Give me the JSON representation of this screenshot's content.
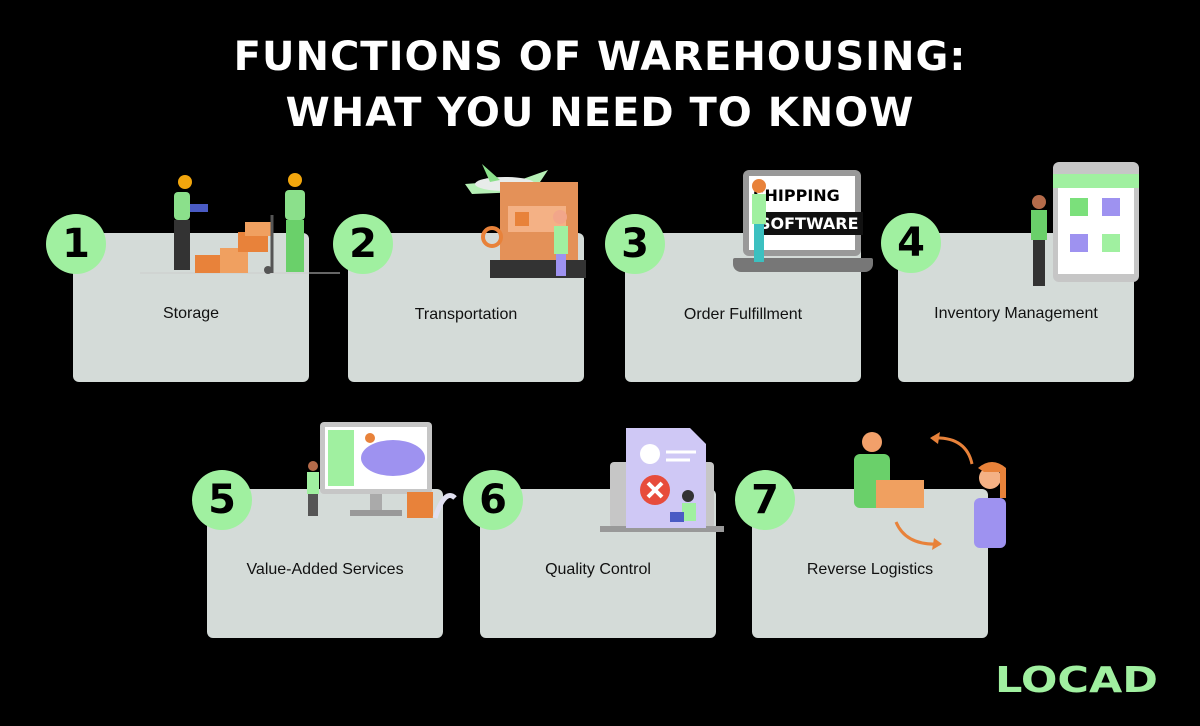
{
  "title": {
    "line1": "FUNCTIONS OF WAREHOUSING:",
    "line2": "WHAT YOU NEED TO KNOW"
  },
  "cards": [
    {
      "number": "1",
      "label": "Storage"
    },
    {
      "number": "2",
      "label": "Transportation"
    },
    {
      "number": "3",
      "label": "Order Fulfillment"
    },
    {
      "number": "4",
      "label": "Inventory Management"
    },
    {
      "number": "5",
      "label": "Value-Added Services"
    },
    {
      "number": "6",
      "label": "Quality Control"
    },
    {
      "number": "7",
      "label": "Reverse Logistics"
    }
  ],
  "laptop_screen": {
    "line1": "SHIPPING",
    "line2": "SOFTWARE"
  },
  "logo": "LOCAD",
  "colors": {
    "background": "#000000",
    "accent": "#a0f0a0",
    "card": "#d4dbd8",
    "text": "#ffffff"
  }
}
